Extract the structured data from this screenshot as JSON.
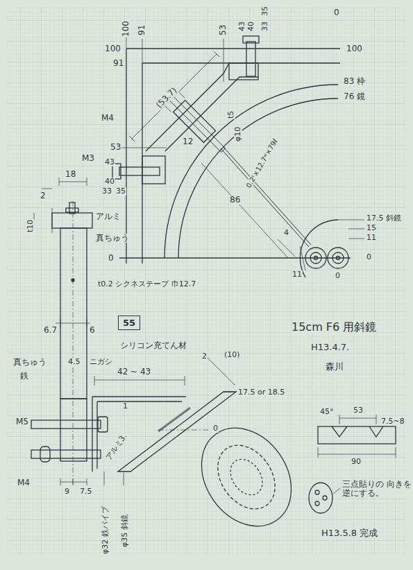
{
  "diagram": {
    "title": "15cm F6 用斜鏡",
    "nodes": [
      {
        "text": [
          "55"
        ]
      }
    ],
    "labels": [
      "100",
      "91",
      "53",
      "43",
      "40",
      "33",
      "35",
      "0",
      "100",
      "91",
      "53",
      "0",
      "100",
      "83 枠",
      "76 鏡",
      "17.5 斜鏡",
      "15",
      "11",
      "0",
      "(53.7)",
      "M4",
      "t5",
      "12",
      "φ10",
      "0.2ᵗ×12.7ʷ×79ℓ",
      "86",
      "4",
      "11",
      "0",
      "43",
      "40",
      "33",
      "35",
      "M3",
      "18",
      "2",
      "t10",
      "アルミ",
      "真ちゅう",
      "t0.2 シクネステープ 巾12.7",
      "6.7",
      "6",
      "H13.4.7.",
      "森川",
      "シリコン充てん材",
      "2",
      "(10)",
      "42 ~ 43",
      "17.5 or 18.5",
      "1",
      "4.5",
      "ニガシ",
      "真ちゅう",
      "鉄",
      "M5",
      "0",
      "アルミ3.",
      "M4",
      "9",
      "7.5",
      "φ32 鉄パイプ",
      "φ35 斜鏡",
      "45°",
      "53",
      "7.5~8",
      "90",
      "三点貼りの 向きを逆にする。",
      "H13.5.8 完成"
    ]
  }
}
